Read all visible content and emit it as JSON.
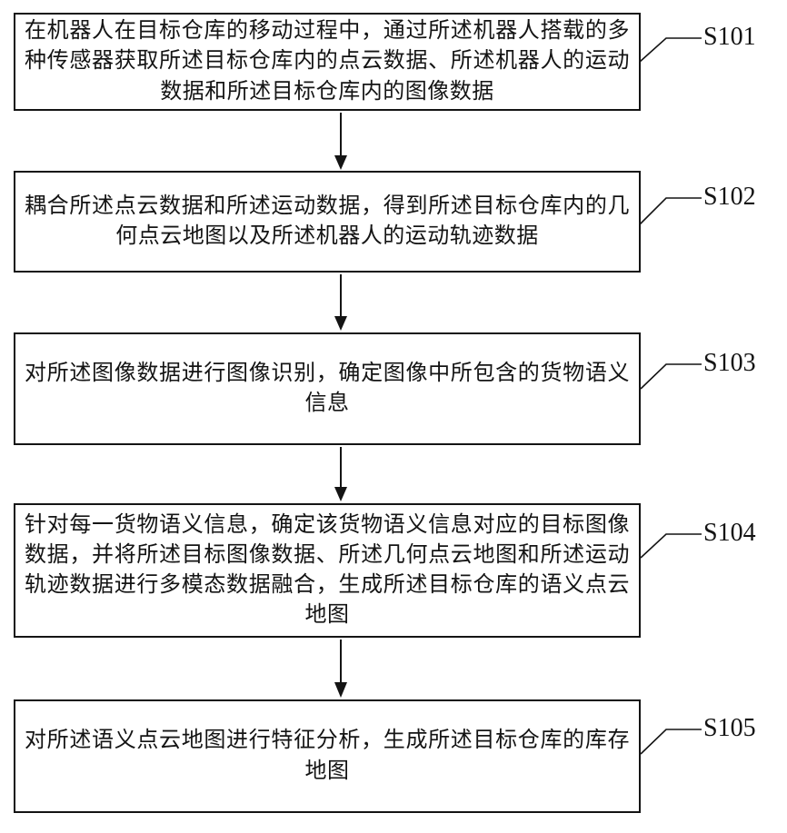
{
  "figure": {
    "type": "flowchart",
    "colors": {
      "ink": "#141414",
      "background": "#ffffff"
    },
    "steps": [
      {
        "label": "S101",
        "text": "在机器人在目标仓库的移动过程中，通过所述机器人搭载的多种传感器获取所述目标仓库内的点云数据、所述机器人的运动数据和所述目标仓库内的图像数据"
      },
      {
        "label": "S102",
        "text": "耦合所述点云数据和所述运动数据，得到所述目标仓库内的几何点云地图以及所述机器人的运动轨迹数据"
      },
      {
        "label": "S103",
        "text": "对所述图像数据进行图像识别，确定图像中所包含的货物语义信息"
      },
      {
        "label": "S104",
        "text": "针对每一货物语义信息，确定该货物语义信息对应的目标图像数据，并将所述目标图像数据、所述几何点云地图和所述运动轨迹数据进行多模态数据融合，生成所述目标仓库的语义点云地图"
      },
      {
        "label": "S105",
        "text": "对所述语义点云地图进行特征分析，生成所述目标仓库的库存地图"
      }
    ]
  }
}
